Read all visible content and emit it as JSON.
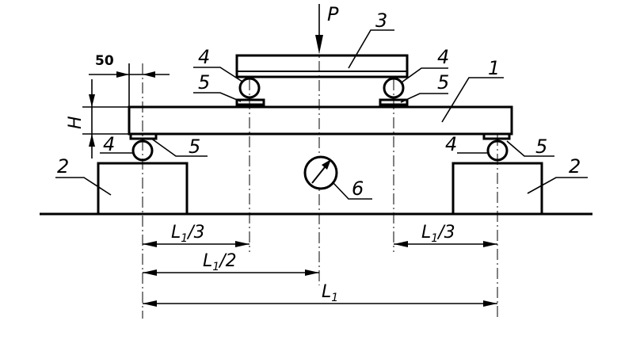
{
  "labels": {
    "force": "P",
    "beam": "1",
    "support": "2",
    "load_beam": "3",
    "roller": "4",
    "plate": "5",
    "gauge": "6",
    "height": "H",
    "offset": "50"
  },
  "dimensions": {
    "third_main": "L",
    "third_sub": "1",
    "third_tail": "/3",
    "half_main": "L",
    "half_sub": "1",
    "half_tail": "/2",
    "span_main": "L",
    "span_sub": "1"
  }
}
